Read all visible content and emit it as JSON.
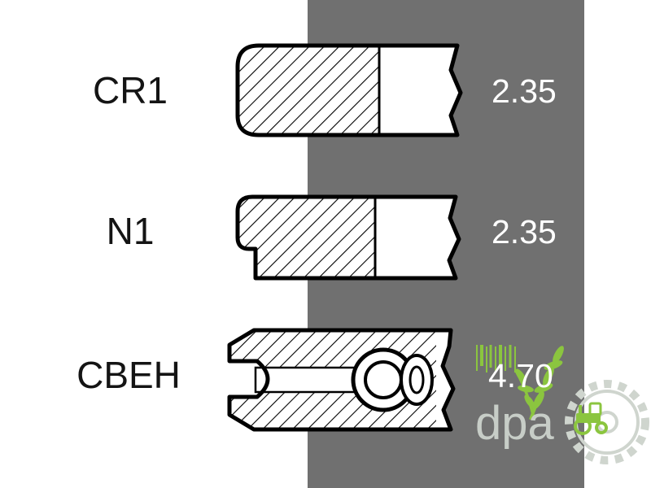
{
  "colors": {
    "background": "#ffffff",
    "band": "#707070",
    "outline": "#000000",
    "label_text": "#141414",
    "value_text": "#ffffff",
    "watermark_green": "#8bc53f",
    "watermark_pale_gear": "#cfd5ce",
    "watermark_pale_text": "#c7cdc7"
  },
  "rows": [
    {
      "label": "CR1",
      "value": "2.35"
    },
    {
      "label": "N1",
      "value": "2.35"
    },
    {
      "label": "CBEH",
      "value": "4.70"
    }
  ],
  "watermark": {
    "text": "dpa"
  }
}
